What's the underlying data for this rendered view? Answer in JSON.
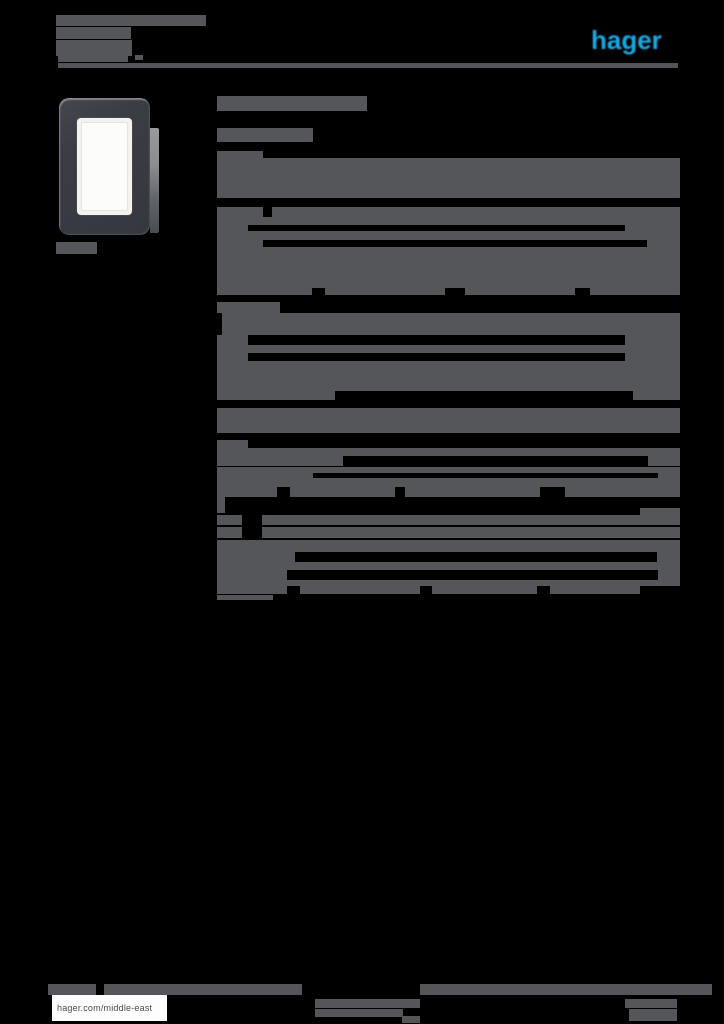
{
  "colors": {
    "background": "#000000",
    "redacted_bar": "#55565a",
    "logo_blue": "#1ba9e2",
    "footer_box_white": "#fdfdfd"
  },
  "header": {
    "logo_text": "hager",
    "rule": [
      58,
      63,
      620,
      5
    ],
    "lines": [
      [
        56,
        15,
        150,
        11
      ],
      [
        56,
        27,
        75,
        12
      ],
      [
        56,
        40,
        76,
        16
      ],
      [
        58,
        56,
        70,
        6
      ],
      [
        135,
        55,
        8,
        5
      ]
    ]
  },
  "product": {
    "caption_line": [
      56,
      242,
      41,
      12
    ]
  },
  "body": {
    "lines": [
      [
        217,
        96,
        150,
        15
      ],
      [
        217,
        128,
        96,
        14
      ],
      [
        217,
        151,
        46,
        7
      ],
      [
        217,
        158,
        463,
        40
      ],
      [
        217,
        207,
        46,
        10
      ],
      [
        272,
        207,
        408,
        10
      ],
      [
        217,
        217,
        463,
        8
      ],
      [
        217,
        225,
        31,
        6
      ],
      [
        625,
        225,
        55,
        6
      ],
      [
        217,
        231,
        463,
        9
      ],
      [
        217,
        240,
        46,
        7
      ],
      [
        647,
        240,
        33,
        7
      ],
      [
        217,
        247,
        463,
        41
      ],
      [
        217,
        288,
        95,
        7
      ],
      [
        325,
        288,
        120,
        7
      ],
      [
        465,
        288,
        110,
        7
      ],
      [
        590,
        288,
        90,
        7
      ],
      [
        217,
        302,
        63,
        11
      ],
      [
        222,
        313,
        458,
        22
      ],
      [
        217,
        335,
        31,
        10
      ],
      [
        625,
        335,
        55,
        10
      ],
      [
        217,
        345,
        463,
        8
      ],
      [
        217,
        353,
        31,
        8
      ],
      [
        625,
        353,
        55,
        8
      ],
      [
        217,
        361,
        463,
        30
      ],
      [
        217,
        391,
        118,
        9
      ],
      [
        633,
        391,
        47,
        9
      ],
      [
        217,
        408,
        463,
        25
      ],
      [
        217,
        440,
        31,
        8
      ],
      [
        217,
        448,
        463,
        8
      ],
      [
        217,
        456,
        126,
        10
      ],
      [
        648,
        456,
        32,
        10
      ],
      [
        217,
        467,
        463,
        6
      ],
      [
        217,
        473,
        96,
        5
      ],
      [
        658,
        473,
        22,
        5
      ],
      [
        217,
        478,
        463,
        9
      ],
      [
        217,
        487,
        60,
        10
      ],
      [
        290,
        487,
        105,
        10
      ],
      [
        405,
        487,
        135,
        10
      ],
      [
        565,
        487,
        115,
        10
      ],
      [
        217,
        497,
        8,
        16
      ],
      [
        640,
        508,
        40,
        9
      ],
      [
        217,
        515,
        25,
        10
      ],
      [
        262,
        515,
        418,
        10
      ],
      [
        217,
        527,
        25,
        11
      ],
      [
        262,
        527,
        418,
        11
      ],
      [
        217,
        540,
        463,
        12
      ],
      [
        217,
        552,
        78,
        10
      ],
      [
        657,
        552,
        23,
        10
      ],
      [
        217,
        562,
        463,
        8
      ],
      [
        217,
        570,
        70,
        10
      ],
      [
        658,
        570,
        22,
        10
      ],
      [
        217,
        580,
        463,
        6
      ],
      [
        217,
        586,
        70,
        8
      ],
      [
        300,
        586,
        120,
        8
      ],
      [
        432,
        586,
        105,
        8
      ],
      [
        550,
        586,
        90,
        8
      ],
      [
        217,
        595,
        56,
        5
      ]
    ]
  },
  "footer": {
    "url_text": "hager.com/middle-east",
    "url_box": [
      52,
      995,
      115,
      26
    ],
    "bars": [
      [
        48,
        984,
        48,
        11
      ],
      [
        104,
        984,
        198,
        11
      ],
      [
        420,
        984,
        292,
        11
      ],
      [
        315,
        999,
        105,
        9
      ],
      [
        315,
        1009,
        88,
        8
      ],
      [
        402,
        1016,
        18,
        7
      ],
      [
        625,
        999,
        52,
        9
      ],
      [
        629,
        1009,
        48,
        12
      ]
    ]
  }
}
